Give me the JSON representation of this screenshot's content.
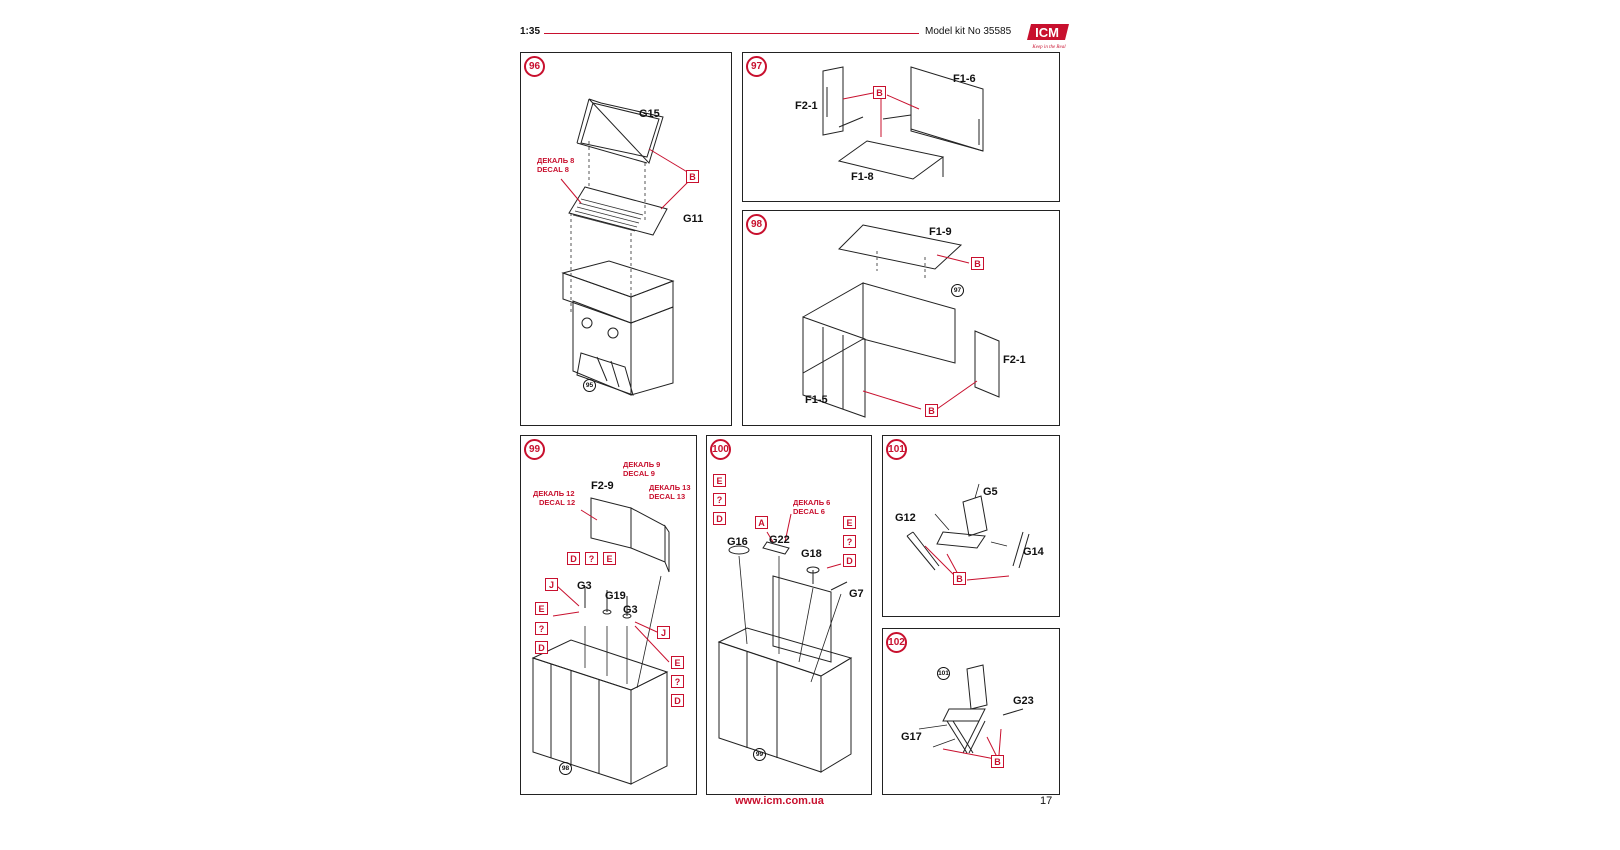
{
  "header": {
    "scale": "1:35",
    "model": "Model kit No 35585",
    "brand": "ICM",
    "tagline": "Keep in the Real"
  },
  "footer": {
    "url": "www.icm.com.ua",
    "page": "17"
  },
  "steps": {
    "s96": {
      "num": "96",
      "parts": [
        "G15",
        "G11"
      ],
      "decal": [
        "ДЕКАЛЬ 8",
        "DECAL 8"
      ],
      "glue": "B",
      "ref": "95"
    },
    "s97": {
      "num": "97",
      "parts": [
        "F2-1",
        "F1-6",
        "F1-8"
      ],
      "glue": "B"
    },
    "s98": {
      "num": "98",
      "parts": [
        "F1-9",
        "F2-1",
        "F1-5"
      ],
      "glue": [
        "B",
        "B"
      ],
      "ref": "97"
    },
    "s99": {
      "num": "99",
      "parts": [
        "F2-9",
        "G3",
        "G19",
        "G3"
      ],
      "decals": {
        "d9": [
          "ДЕКАЛЬ 9",
          "DECAL 9"
        ],
        "d12": [
          "ДЕКАЛЬ 12",
          "DECAL 12"
        ],
        "d13": [
          "ДЕКАЛЬ 13",
          "DECAL 13"
        ]
      },
      "colors_mid": [
        "D",
        "?",
        "E"
      ],
      "colors_left": [
        "J",
        "E",
        "?",
        "D"
      ],
      "colors_right": [
        "J",
        "E",
        "?",
        "D"
      ],
      "ref": "98"
    },
    "s100": {
      "num": "100",
      "parts": [
        "G16",
        "G22",
        "G18",
        "G7"
      ],
      "decal": [
        "ДЕКАЛЬ 6",
        "DECAL 6"
      ],
      "colors_left": [
        "E",
        "?",
        "D"
      ],
      "color_mid": "A",
      "colors_right": [
        "E",
        "?",
        "D"
      ],
      "ref": "99"
    },
    "s101": {
      "num": "101",
      "parts": [
        "G5",
        "G12",
        "G14"
      ],
      "glue": "B"
    },
    "s102": {
      "num": "102",
      "parts": [
        "G23",
        "G17"
      ],
      "glue": "B",
      "ref": "101"
    }
  }
}
